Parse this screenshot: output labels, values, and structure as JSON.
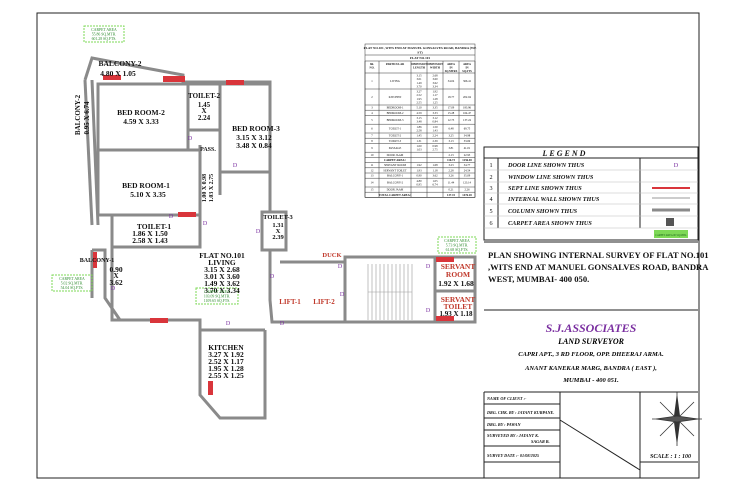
{
  "rooms": {
    "balcony2": {
      "name": "BALCONY-2",
      "dims": "4.80 X 1.05"
    },
    "balcony2_side": {
      "name": "BALCONY-2",
      "dims": "0.95 X 6.74"
    },
    "toilet2": {
      "name": "TOILET-2",
      "dims": [
        "1.45",
        "X",
        "2.24"
      ]
    },
    "bedroom2": {
      "name": "BED ROOM-2",
      "dims": "4.59 X 3.33"
    },
    "bedroom3": {
      "name": "BED ROOM-3",
      "dims": [
        "3.15 X 3.12",
        "3.48 X 0.84"
      ]
    },
    "pass": {
      "name": "PASS.",
      "dims": [
        "1.00 X 0.98",
        "1.03 X 2.75"
      ]
    },
    "bedroom1": {
      "name": "BED ROOM-1",
      "dims": "5.10 X 3.35"
    },
    "toilet3": {
      "name": "TOILET-3",
      "dims": [
        "1.31",
        "X",
        "2.39"
      ]
    },
    "toilet1": {
      "name": "TOILET-1",
      "dims": [
        "1.86 X 1.50",
        "2.58 X 1.43"
      ]
    },
    "balcony1": {
      "name": "BALCONY-1",
      "dims": [
        "0.90",
        "X",
        "3.62"
      ]
    },
    "living": {
      "name": "FLAT NO.101",
      "sub": "LIVING",
      "dims": [
        "3.15 X 2.68",
        "3.01 X 3.60",
        "1.49 X 3.62",
        "3.70 X 3.34"
      ]
    },
    "kitchen": {
      "name": "KITCHEN",
      "dims": [
        "3.27 X 1.92",
        "2.52 X 1.17",
        "1.95 X 1.28",
        "2.55 X 1.25"
      ]
    },
    "servant_room": {
      "name": "SERVANT",
      "sub": "ROOM",
      "dims": "1.92 X 1.68"
    },
    "servant_toilet": {
      "name": "SERVANT",
      "sub": "TOILET",
      "dims": "1.93 X 1.18"
    }
  },
  "labels": {
    "duck": "DUCK",
    "lift1": "LIFT-1",
    "lift2": "LIFT-2",
    "door": "D"
  },
  "carpet_notes": {
    "top": [
      "CARPET AREA",
      "55.86 SQ.MTR.",
      "601.28 SQ.FTS."
    ],
    "left": [
      "CARPET AREA",
      "5.02 SQ.MTR.",
      "54.04 SQ.FTS."
    ],
    "living": [
      "CARPET AREA",
      "103.09 SQ.MTR.",
      "1109.65 SQ.FTS."
    ],
    "servant": [
      "CARPET AREA",
      "5.73 SQ.MTR.",
      "61.68 SQ.FTS."
    ]
  },
  "table": {
    "title": "FLAT NO.101 ,WITS END AT MANUEL GONSALVES ROAD, BANDRA (WEST)",
    "subtitle": "FLAT NO.101",
    "headers": [
      "SR. NO.",
      "PARTICULAR",
      "DIMENSION LENGTH",
      "DIMENSION WIDTH",
      "AREA IN SQ.MTRS",
      "AREA IN SQ.FTS"
    ],
    "rows": [
      [
        "1",
        "LIVING",
        "3.15 / 3.01 / 1.49 / 3.70",
        "2.68 / 3.60 / 3.62 / 3.34",
        "34.04",
        "366.41"
      ],
      [
        "2",
        "KITCHEN",
        "3.27 / 2.52 / 1.95 / 2.55",
        "1.92 / 1.17 / 1.28 / 1.25",
        "18.77",
        "202.04"
      ],
      [
        "3",
        "BEDROOM-1",
        "5.10",
        "3.35",
        "17.09",
        "183.96"
      ],
      [
        "4",
        "BEDROOM-2",
        "4.59",
        "3.33",
        "15.28",
        "164.47"
      ],
      [
        "5",
        "BEDROOM-3",
        "3.15 / 3.48",
        "3.12 / 0.84",
        "12.75",
        "137.24"
      ],
      [
        "6",
        "TOILET-1",
        "1.86 / 2.58",
        "1.50 / 1.43",
        "6.48",
        "69.75"
      ],
      [
        "7",
        "TOILET-2",
        "1.45",
        "2.24",
        "3.25",
        "34.98"
      ],
      [
        "8",
        "TOILET-3",
        "1.31",
        "2.39",
        "3.13",
        "33.69"
      ],
      [
        "9",
        "PASSAGE",
        "1.00 / 1.03",
        "0.98 / 2.75",
        "3.81",
        "41.01"
      ],
      [
        "10",
        "DOOR JAAM",
        "",
        "",
        "2.13",
        "22.93"
      ],
      [
        "",
        "CARPET AREA=",
        "",
        "",
        "116.73",
        "1256.48"
      ],
      [
        "11",
        "SERVANT ROOM",
        "1.92",
        "1.68",
        "3.23",
        "34.77"
      ],
      [
        "12",
        "SERVANT TOILET",
        "1.93",
        "1.18",
        "2.28",
        "24.54"
      ],
      [
        "13",
        "BALCONY-1",
        "0.90",
        "3.62",
        "3.26",
        "35.09"
      ],
      [
        "14",
        "BALCONY-2",
        "4.80 / 0.95",
        "1.05 / 6.74",
        "11.44",
        "123.14"
      ],
      [
        "15",
        "DOOR JAAM",
        "",
        "",
        "0.21",
        "2.26"
      ],
      [
        "",
        "TOTAL CARPET AREA=",
        "",
        "",
        "137.15",
        "1476.28"
      ]
    ]
  },
  "legend": {
    "title": "LEGEND",
    "items": [
      {
        "no": "1",
        "text": "DOOR LINE SHOWN THUS",
        "sym": "D"
      },
      {
        "no": "2",
        "text": "WINDOW LINE SHOWN THUS",
        "sym": ""
      },
      {
        "no": "3",
        "text": "SEPT LINE SHOWN THUS",
        "sym": ""
      },
      {
        "no": "4",
        "text": "INTERNAL WALL SHOWN THUS",
        "sym": ""
      },
      {
        "no": "5",
        "text": "COLUMN SHOWN THUS",
        "sym": ""
      },
      {
        "no": "6",
        "text": "CARPET AREA SHOWN THUS",
        "sym": "CARPET AREA 00 SQ.MTR."
      }
    ]
  },
  "plan_title": "PLAN SHOWING INTERNAL SURVEY OF FLAT NO.101 ,WITS END AT MANUEL GONSALVES ROAD, BANDRA WEST, MUMBAI- 400 050.",
  "firm": {
    "name": "S.J.ASSOCIATES",
    "role": "LAND SURVEYOR",
    "addr1": "CAPRI APT., 3 RD FLOOR, OPP. DHEERAJ ARMA.",
    "addr2": "ANANT KANEKAR MARG, BANDRA ( EAST ),",
    "addr3": "MUMBAI - 400 051."
  },
  "info": {
    "client": "NAME OF CLIENT :-",
    "chk": "DRG. CHK. BY : JAYANT KURPANE.",
    "drg": "DRG. BY : PAWAN",
    "surveyed": "SURVEYED BY : JAYANT K.",
    "surveyed2": "SAGAR B.",
    "date": "SURVEY DATE :- 01/08/2025",
    "scale": "SCALE : 1 : 100"
  },
  "colors": {
    "wall": "#8a8a8a",
    "window": "#d9353b",
    "carpet": "#7ed957",
    "frame": "#222222"
  }
}
